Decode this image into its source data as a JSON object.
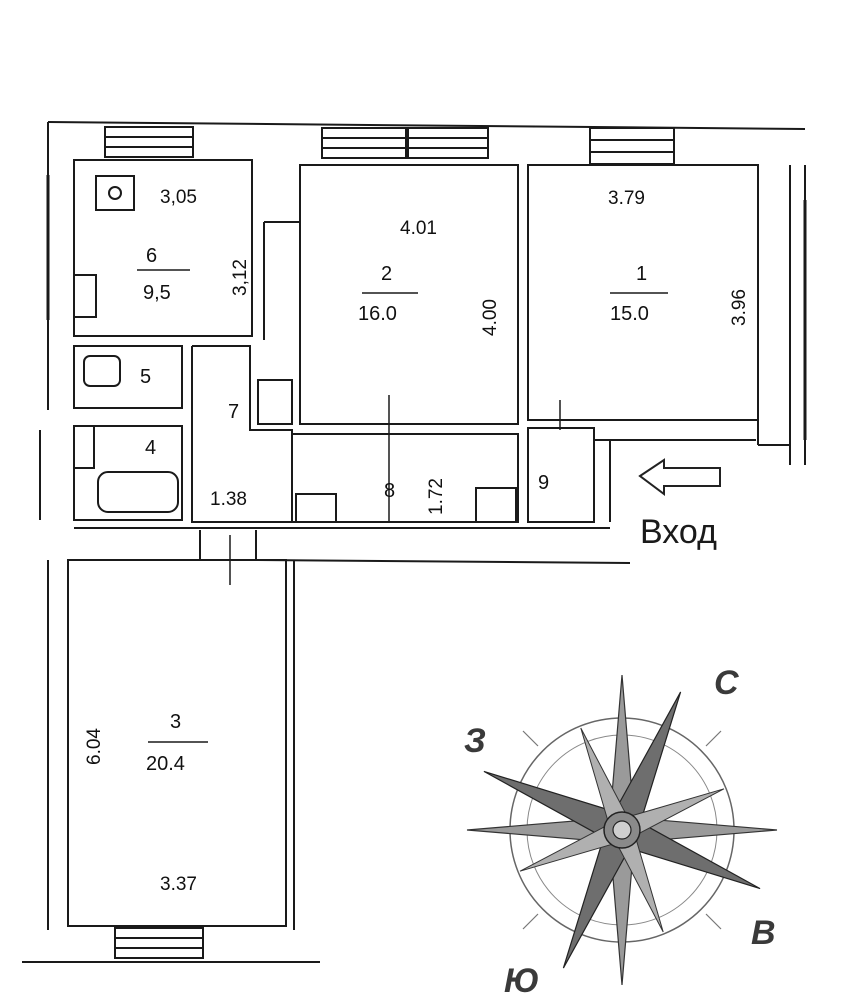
{
  "entrance": {
    "label": "Вход"
  },
  "rooms": [
    {
      "id": "1",
      "number": "1",
      "area": "15.0",
      "dim_top": "3.79",
      "dim_side": "3.96"
    },
    {
      "id": "2",
      "number": "2",
      "area": "16.0",
      "dim_top": "4.01",
      "dim_side": "4.00"
    },
    {
      "id": "3",
      "number": "3",
      "area": "20.4",
      "dim_side": "6.04",
      "dim_bottom": "3.37"
    },
    {
      "id": "4",
      "number": "4"
    },
    {
      "id": "5",
      "number": "5"
    },
    {
      "id": "6",
      "number": "6",
      "area": "9,5",
      "dim_top": "3,05",
      "dim_side": "3,12"
    },
    {
      "id": "7",
      "number": "7",
      "dim_bottom": "1.38"
    },
    {
      "id": "8",
      "number": "8",
      "dim_side": "1.72"
    },
    {
      "id": "9",
      "number": "9"
    }
  ],
  "compass": {
    "north": "С",
    "west": "З",
    "east": "В",
    "south": "Ю"
  },
  "colors": {
    "wall": "#1a1a1a",
    "ink": "#111111",
    "compass_sketch": "#555555"
  }
}
